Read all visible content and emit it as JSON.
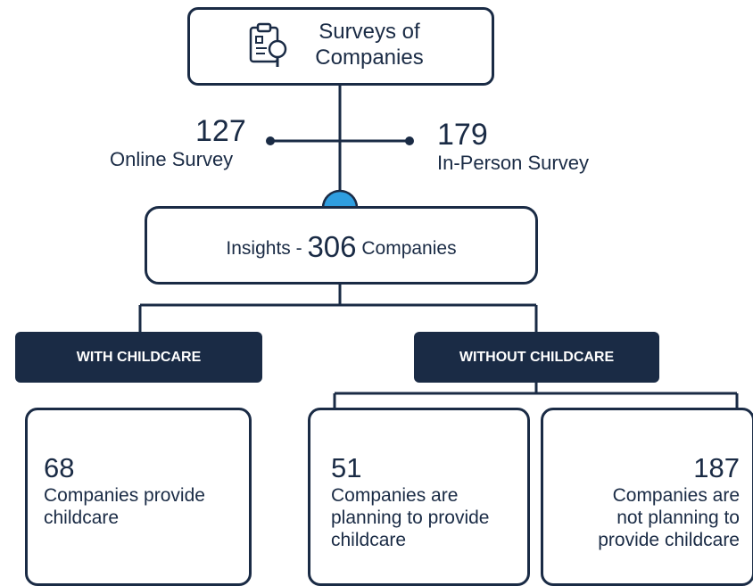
{
  "top": {
    "title_line1": "Surveys of",
    "title_line2": "Companies",
    "icon": "clipboard-magnifier-icon"
  },
  "sources": {
    "online": {
      "value": "127",
      "label": "Online Survey"
    },
    "in_person": {
      "value": "179",
      "label": "In-Person Survey"
    }
  },
  "insights": {
    "prefix": "Insights - ",
    "value": "306",
    "suffix": " Companies"
  },
  "branches": {
    "with": "WITH CHILDCARE",
    "without": "WITHOUT CHILDCARE"
  },
  "cards": {
    "with": {
      "value": "68",
      "line1": "Companies provide",
      "line2": "childcare"
    },
    "planning": {
      "value": "51",
      "line1": "Companies are",
      "line2": "planning to provide",
      "line3": "childcare"
    },
    "not_planning": {
      "value": "187",
      "line1": "Companies are",
      "line2": "not planning to",
      "line3": "provide childcare"
    }
  },
  "colors": {
    "navy": "#1a2b45",
    "accent_blue": "#2f9ee0",
    "background": "#ffffff"
  }
}
